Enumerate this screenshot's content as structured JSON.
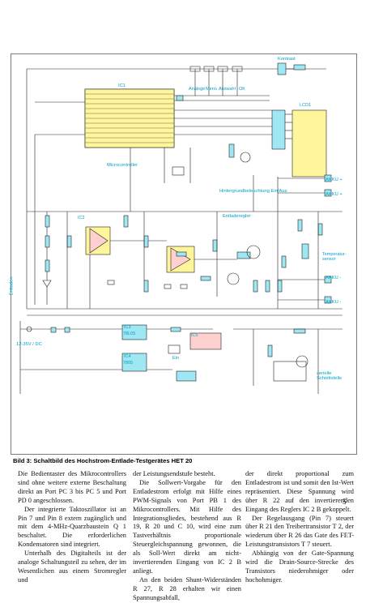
{
  "figure": {
    "caption": "Bild 3: Schaltbild des Hochstrom-Entlade-Testgerätes HET 20",
    "labels": {
      "kontrast": "Kontrast",
      "ic1": "IC1",
      "ic2": "IC2",
      "ic3": "IC3",
      "ic4": "IC4",
      "ic5": "IC5",
      "microcontroller": "Microcontroller",
      "analoge": "Analoge",
      "menu": "Menü",
      "auswahl": "Auswahl",
      "ok": "OK",
      "hintergrund": "Hintergrundbeleuchtung Ein/Aus",
      "entladeregler": "Entladeregler",
      "akku_plus": "AKKU +",
      "akku_minus": "AKKU -",
      "temperatursensor": "Temperatur-\nsensor",
      "entladen": "Entladen",
      "ein": "Ein",
      "supply": "12-35V / DC",
      "serielle": "serielle\nSchnittstelle",
      "lcd": "LCD1",
      "ic3_part": "78L05",
      "ic4_part": "7805"
    }
  },
  "body": {
    "col1": [
      "Die Bedientaster des Mikrocontrollers sind ohne weitere externe Beschaltung direkt an Port PC 3 bis PC 5 und Port PD 0 angeschlossen.",
      "Der integrierte Taktoszillator ist an Pin 7 und Pin 8 extern zugänglich und mit dem 4-MHz-Quarzbaustein Q 1 beschaltet. Die erforderlichen Kondensatoren sind integriert.",
      "Unterhalb des Digitalteils ist der analoge Schaltungsteil zu sehen, der im Wesentlichen aus einem Stromregler und"
    ],
    "col2": [
      "der Leistungsendstufe besteht.",
      "Die Sollwert-Vorgabe für den Entladestrom erfolgt mit Hilfe eines PWM-Signals von Port PB 1 des Mikrocontrollers. Mit Hilfe des Integrationsgliedes, bestehend aus R 19, R 20 und C 10, wird eine zum Tastverhältnis proportionale Steuergleichspannung gewonnen, die als Soll-Wert direkt am nicht-invertierenden Eingang von IC 2 B anliegt.",
      "An den beiden Shunt-Widerständen R 27, R 28 erhalten wir einen Spannungsabfall,"
    ],
    "col3": [
      "der direkt proportional zum Entladestrom ist und somit den Ist-Wert repräsentiert. Diese Spannung wird über R 22 auf den invertierenden Eingang des Reglers IC 2 B gekoppelt.",
      "Der Regelausgang (Pin 7) steuert über R 21 den Treibertransistor T 2, der wiederum über R 26 das Gate des FET-Leistungstransistors T 7 steuert.",
      "Abhängig von der Gate-Spannung wird die Drain-Source-Strecke des Transistors niederohmiger oder hochohmiger."
    ]
  },
  "page_number": "5"
}
